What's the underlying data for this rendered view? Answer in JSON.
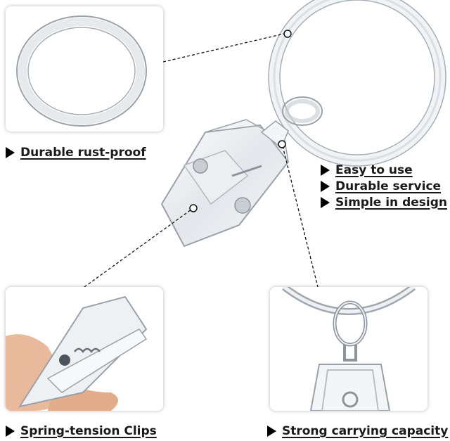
{
  "callouts": {
    "durable_rust_proof": "Durable rust-proof",
    "spring_tension_clips": "Spring-tension Clips",
    "strong_carrying_capacity": "Strong carrying capacity"
  },
  "features": [
    "Easy to use",
    "Durable service",
    "Simple in design"
  ],
  "colors": {
    "text": "#1a1a1a",
    "bullet": "#000000",
    "clear_plastic": "#e6e9ec",
    "outline": "#9aa1a8",
    "skin": "#e8b99a"
  },
  "icons": {
    "bullet": "triangle-right-icon"
  }
}
